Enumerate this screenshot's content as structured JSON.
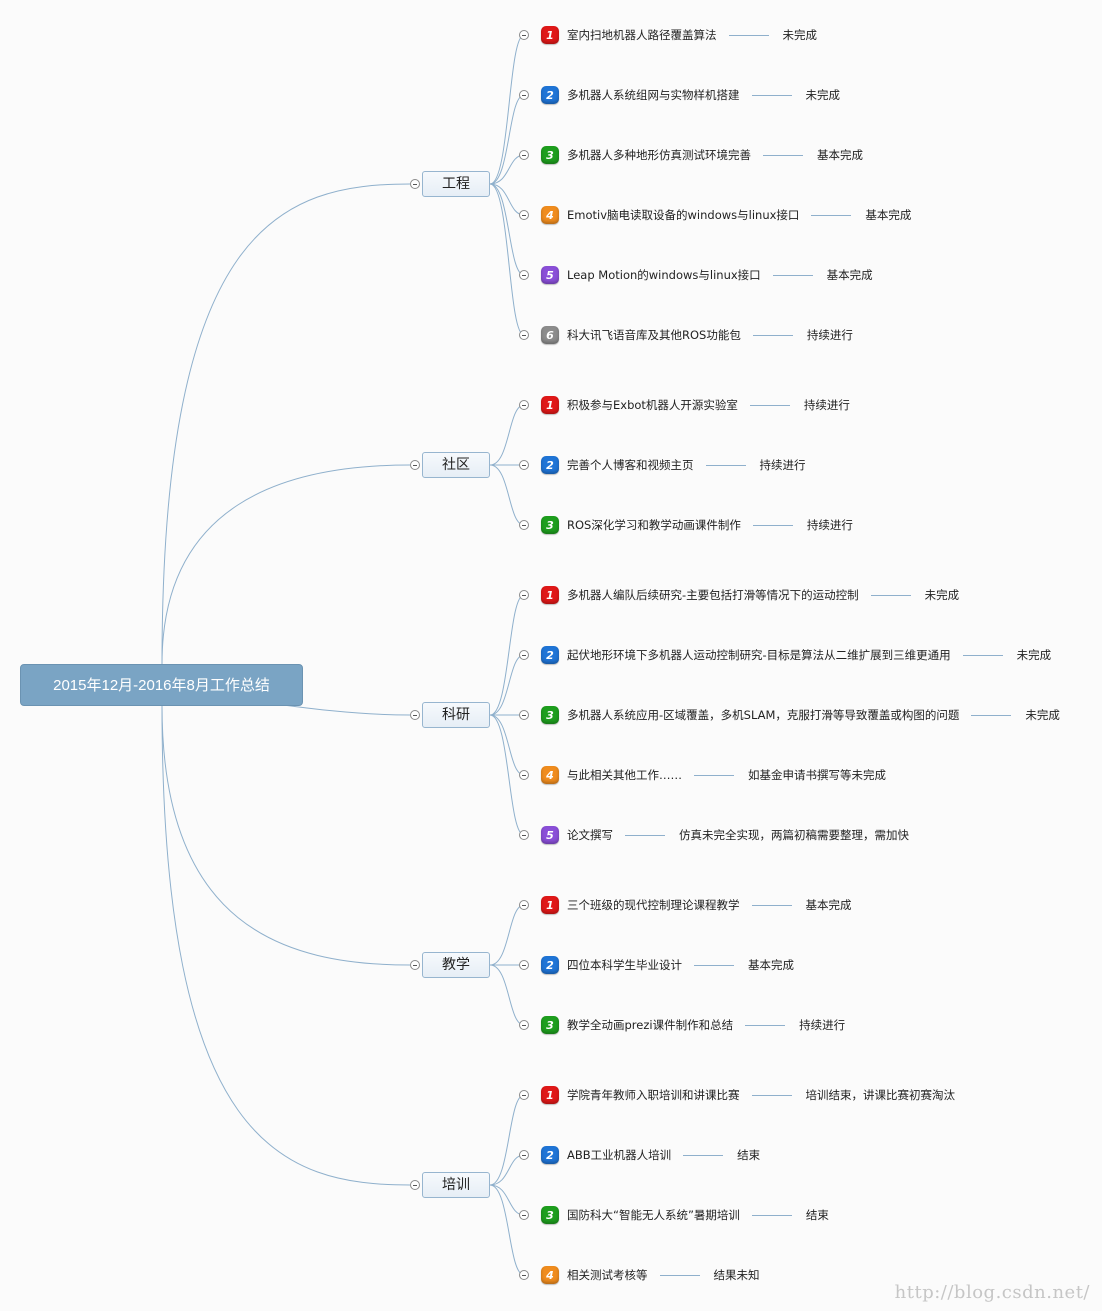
{
  "root": {
    "title": "2015年12月-2016年8月工作总结"
  },
  "badge_colors": [
    "#e01818",
    "#1f74d6",
    "#1e9e1e",
    "#f08c1e",
    "#8a4fd8",
    "#8c8c8c"
  ],
  "categories": [
    {
      "label": "工程",
      "items": [
        {
          "num": "1",
          "label": "室内扫地机器人路径覆盖算法",
          "status": "未完成"
        },
        {
          "num": "2",
          "label": "多机器人系统组网与实物样机搭建",
          "status": "未完成"
        },
        {
          "num": "3",
          "label": "多机器人多种地形仿真测试环境完善",
          "status": "基本完成"
        },
        {
          "num": "4",
          "label": "Emotiv脑电读取设备的windows与linux接口",
          "status": "基本完成"
        },
        {
          "num": "5",
          "label": "Leap Motion的windows与linux接口",
          "status": "基本完成"
        },
        {
          "num": "6",
          "label": "科大讯飞语音库及其他ROS功能包",
          "status": "持续进行"
        }
      ]
    },
    {
      "label": "社区",
      "items": [
        {
          "num": "1",
          "label": "积极参与Exbot机器人开源实验室",
          "status": "持续进行"
        },
        {
          "num": "2",
          "label": "完善个人博客和视频主页",
          "status": "持续进行"
        },
        {
          "num": "3",
          "label": "ROS深化学习和教学动画课件制作",
          "status": "持续进行"
        }
      ]
    },
    {
      "label": "科研",
      "items": [
        {
          "num": "1",
          "label": "多机器人编队后续研究-主要包括打滑等情况下的运动控制",
          "status": "未完成"
        },
        {
          "num": "2",
          "label": "起伏地形环境下多机器人运动控制研究-目标是算法从二维扩展到三维更通用",
          "status": "未完成"
        },
        {
          "num": "3",
          "label": "多机器人系统应用-区域覆盖，多机SLAM，克服打滑等导致覆盖或构图的问题",
          "status": "未完成"
        },
        {
          "num": "4",
          "label": "与此相关其他工作……",
          "status": "如基金申请书撰写等未完成"
        },
        {
          "num": "5",
          "label": "论文撰写",
          "status": "仿真未完全实现，两篇初稿需要整理，需加快"
        }
      ]
    },
    {
      "label": "教学",
      "items": [
        {
          "num": "1",
          "label": "三个班级的现代控制理论课程教学",
          "status": "基本完成"
        },
        {
          "num": "2",
          "label": "四位本科学生毕业设计",
          "status": "基本完成"
        },
        {
          "num": "3",
          "label": "教学全动画prezi课件制作和总结",
          "status": "持续进行"
        }
      ]
    },
    {
      "label": "培训",
      "items": [
        {
          "num": "1",
          "label": "学院青年教师入职培训和讲课比赛",
          "status": "培训结束，讲课比赛初赛淘汰"
        },
        {
          "num": "2",
          "label": "ABB工业机器人培训",
          "status": "结束"
        },
        {
          "num": "3",
          "label": "国防科大“智能无人系统”暑期培训",
          "status": "结束"
        },
        {
          "num": "4",
          "label": "相关测试考核等",
          "status": "结果未知"
        }
      ]
    }
  ],
  "watermark": "http://blog.csdn.net/"
}
